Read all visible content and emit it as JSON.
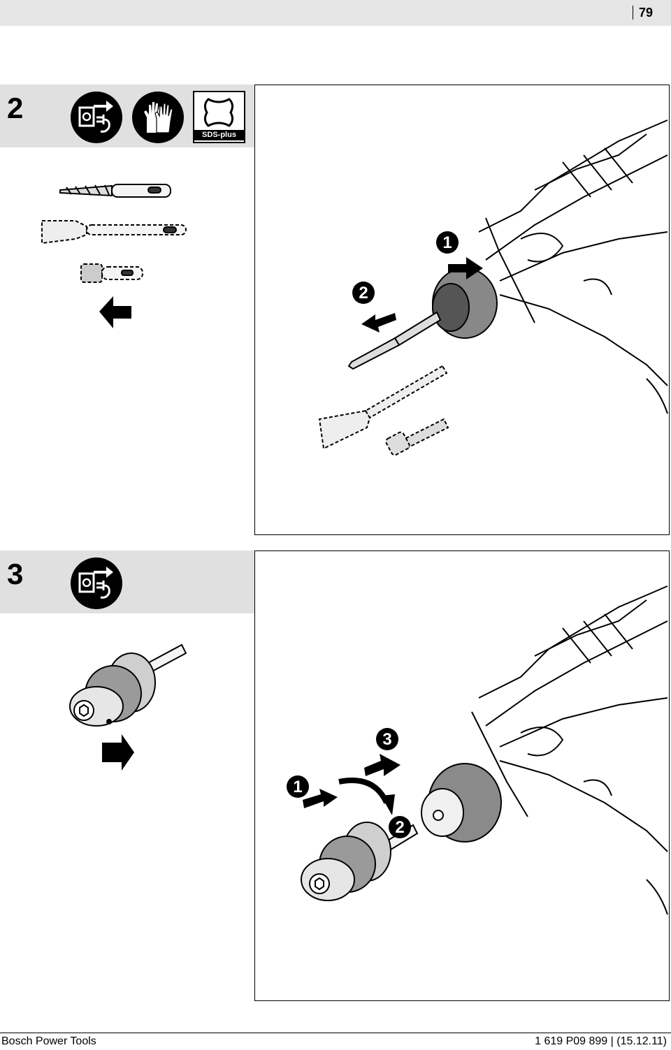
{
  "header": {
    "page_number": "79"
  },
  "section2": {
    "number": "2",
    "icons": [
      "unplug-icon",
      "gloves-icon",
      "sds-plus-icon"
    ],
    "sds_label": "SDS-plus",
    "callouts": [
      "1",
      "2"
    ]
  },
  "section3": {
    "number": "3",
    "icons": [
      "unplug-icon"
    ],
    "callouts": [
      "1",
      "2",
      "3"
    ]
  },
  "footer": {
    "left": "Bosch Power Tools",
    "right": "1 619 P09 899 | (15.12.11)"
  }
}
